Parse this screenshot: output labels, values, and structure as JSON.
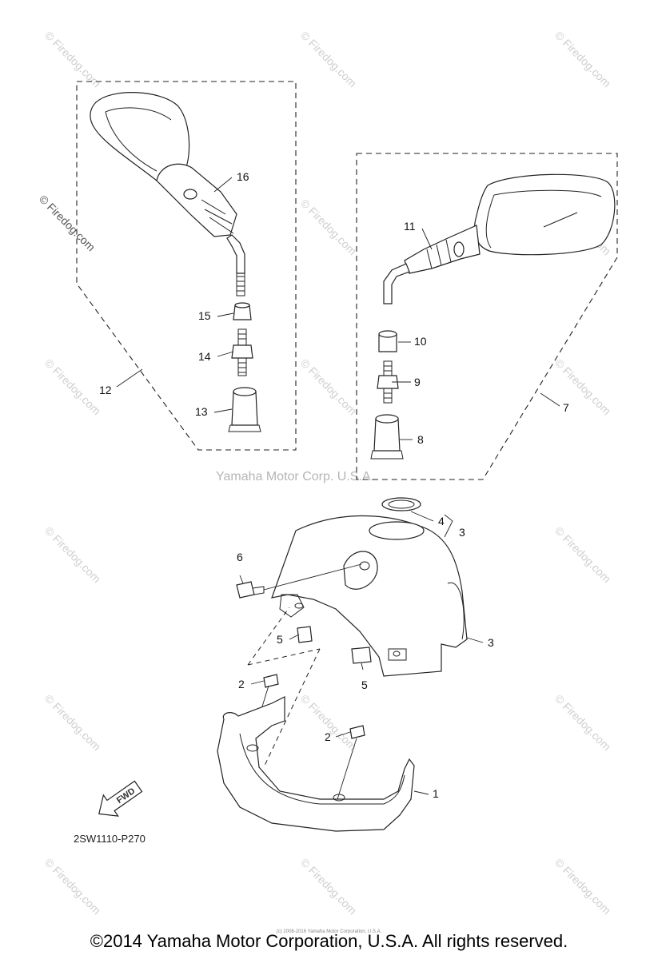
{
  "watermarks": {
    "text": "© Firedog.com",
    "center_text": "Yamaha Motor Corp. U.S.A."
  },
  "callouts": [
    "1",
    "2",
    "2",
    "3",
    "3",
    "4",
    "5",
    "5",
    "6",
    "7",
    "8",
    "9",
    "10",
    "11",
    "12",
    "13",
    "14",
    "15",
    "16"
  ],
  "fwd_label": "FWD",
  "diagram_code": "2SW1110-P270",
  "tiny_copyright": "(c) 2008-2016 Yamaha Motor Corporation, U.S.A.",
  "copyright": "©2014 Yamaha Motor Corporation, U.S.A. All rights reserved."
}
